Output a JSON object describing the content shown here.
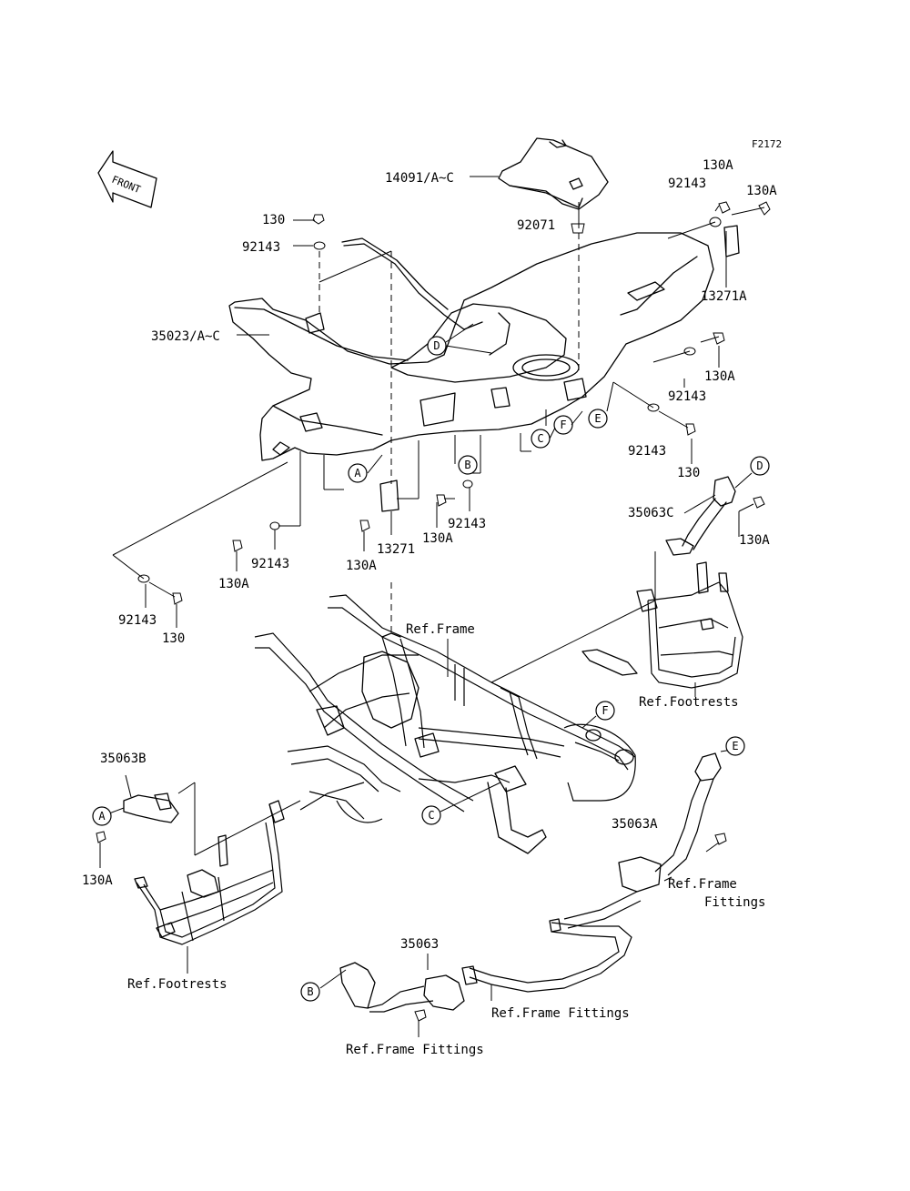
{
  "figure_code": "F2172",
  "front_arrow_text": "FRONT",
  "labels": {
    "p14091": "14091/A~C",
    "p92071": "92071",
    "p130_top": "130",
    "p92143_top": "92143",
    "p35023": "35023/A~C",
    "p92143_r1": "92143",
    "p130A_r1": "130A",
    "p130A_r2": "130A",
    "p13271A": "13271A",
    "p130A_r3": "130A",
    "p92143_r2": "92143",
    "p92143_r3": "92143",
    "p130_r": "130",
    "p92143_m1": "92143",
    "p13271": "13271",
    "p130A_m1": "130A",
    "p130A_m2": "130A",
    "p92143_l1": "92143",
    "p130A_l1": "130A",
    "p92143_l2": "92143",
    "p130_l": "130",
    "p35063C": "35063C",
    "p130A_c": "130A",
    "ref_frame": "Ref.Frame",
    "ref_footrests_r": "Ref.Footrests",
    "p35063B": "35063B",
    "p130A_b": "130A",
    "ref_footrests_l": "Ref.Footrests",
    "p35063A": "35063A",
    "ref_frame_fittings_1a": "Ref.Frame",
    "ref_frame_fittings_1b": "Fittings",
    "p35063": "35063",
    "ref_frame_fittings_2": "Ref.Frame Fittings",
    "ref_frame_fittings_3": "Ref.Frame Fittings"
  },
  "callouts": {
    "A_fender": "A",
    "B_fender": "B",
    "C_fender": "C",
    "D_fender": "D",
    "E_fender": "E",
    "F_fender": "F",
    "D_bracket": "D",
    "F_frame": "F",
    "C_frame": "C",
    "E_bracket": "E",
    "A_bracket": "A",
    "B_bracket": "B"
  }
}
